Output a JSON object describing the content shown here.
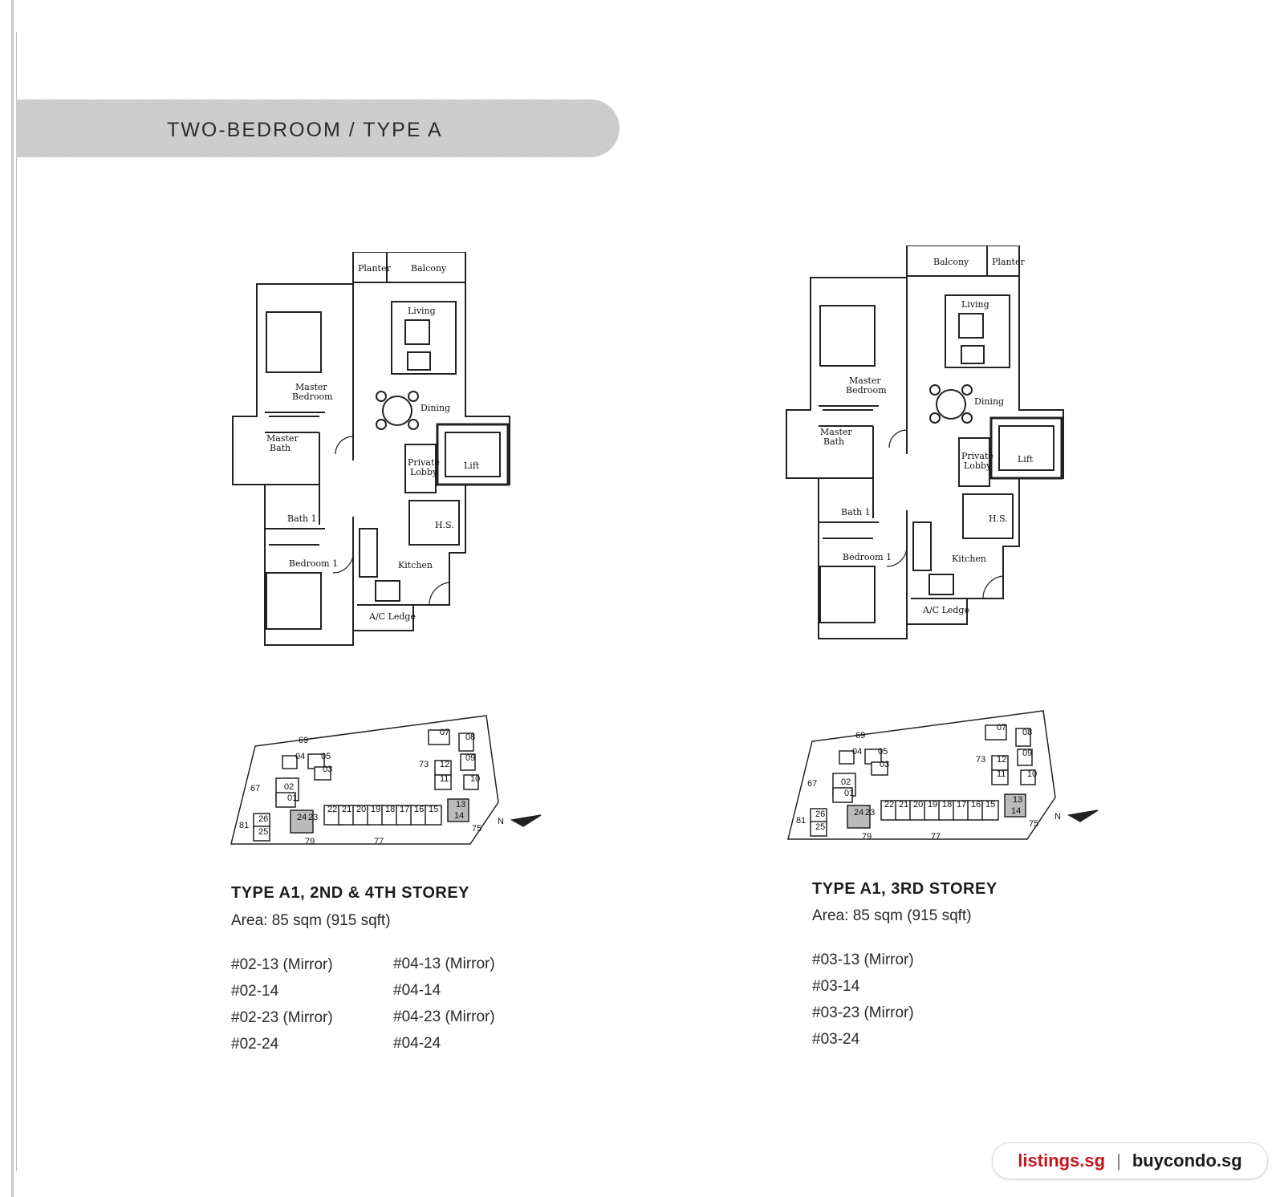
{
  "header": {
    "title": "TWO-BEDROOM / TYPE A"
  },
  "room_labels": {
    "planter": "Planter",
    "balcony": "Balcony",
    "living": "Living",
    "master_bedroom_1": "Master",
    "master_bedroom_2": "Bedroom",
    "dining": "Dining",
    "master_bath_1": "Master",
    "master_bath_2": "Bath",
    "private_lobby_1": "Private",
    "private_lobby_2": "Lobby",
    "lift": "Lift",
    "bath1": "Bath 1",
    "hs": "H.S.",
    "bedroom1": "Bedroom 1",
    "kitchen": "Kitchen",
    "ac_ledge": "A/C Ledge"
  },
  "site_plan": {
    "north": "N",
    "block_numbers": [
      "69",
      "04",
      "05",
      "03",
      "07",
      "08",
      "09",
      "10",
      "12",
      "11",
      "73",
      "67",
      "02",
      "01",
      "81",
      "26",
      "25",
      "24",
      "23",
      "22",
      "21",
      "20",
      "19",
      "18",
      "17",
      "16",
      "15",
      "13",
      "14",
      "75",
      "79",
      "77"
    ]
  },
  "left": {
    "title": "TYPE A1, 2ND & 4TH STOREY",
    "area": "Area: 85 sqm (915 sqft)",
    "units_col1": [
      "#02-13 (Mirror)",
      "#02-14",
      "#02-23 (Mirror)",
      "#02-24"
    ],
    "units_col2": [
      "#04-13 (Mirror)",
      "#04-14",
      "#04-23 (Mirror)",
      "#04-24"
    ]
  },
  "right": {
    "title": "TYPE A1, 3RD STOREY",
    "area": "Area: 85 sqm (915 sqft)",
    "units": [
      "#03-13 (Mirror)",
      "#03-14",
      "#03-23 (Mirror)",
      "#03-24"
    ]
  },
  "branding": {
    "site1": "listings.sg",
    "separator": "|",
    "site2": "buycondo.sg"
  }
}
